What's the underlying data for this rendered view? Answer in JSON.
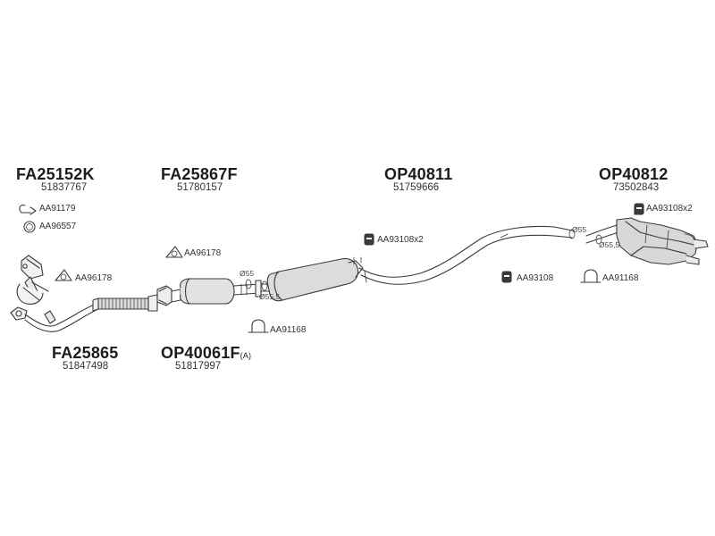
{
  "parts": [
    {
      "id": "p1",
      "number": "FA25152K",
      "oem": "51837767"
    },
    {
      "id": "p2",
      "number": "FA25867F",
      "oem": "51780157"
    },
    {
      "id": "p3",
      "number": "OP40811",
      "oem": "51759666"
    },
    {
      "id": "p4",
      "number": "OP40812",
      "oem": "73502843"
    },
    {
      "id": "p5",
      "number": "FA25865",
      "oem": "51847498"
    },
    {
      "id": "p6",
      "number": "OP40061F",
      "suffix": "(A)",
      "oem": "51817997"
    }
  ],
  "accessories": [
    {
      "code": "AA91179",
      "icon": "clamp-icon"
    },
    {
      "code": "AA96557",
      "icon": "ring-gasket-icon"
    },
    {
      "code": "AA96178",
      "icon": "triangle-gasket-icon"
    },
    {
      "code": "AA96178",
      "icon": "triangle-gasket-icon"
    },
    {
      "code": "AA93108x2",
      "icon": "rubber-mount-icon"
    },
    {
      "code": "AA93108x2",
      "icon": "rubber-mount-icon"
    },
    {
      "code": "AA93108",
      "icon": "rubber-mount-icon"
    },
    {
      "code": "AA91168",
      "icon": "u-clamp-icon"
    },
    {
      "code": "AA91168",
      "icon": "u-clamp-icon"
    }
  ],
  "diameters": [
    "Ø55",
    "Ø55,5",
    "Ø55",
    "Ø55,5"
  ]
}
